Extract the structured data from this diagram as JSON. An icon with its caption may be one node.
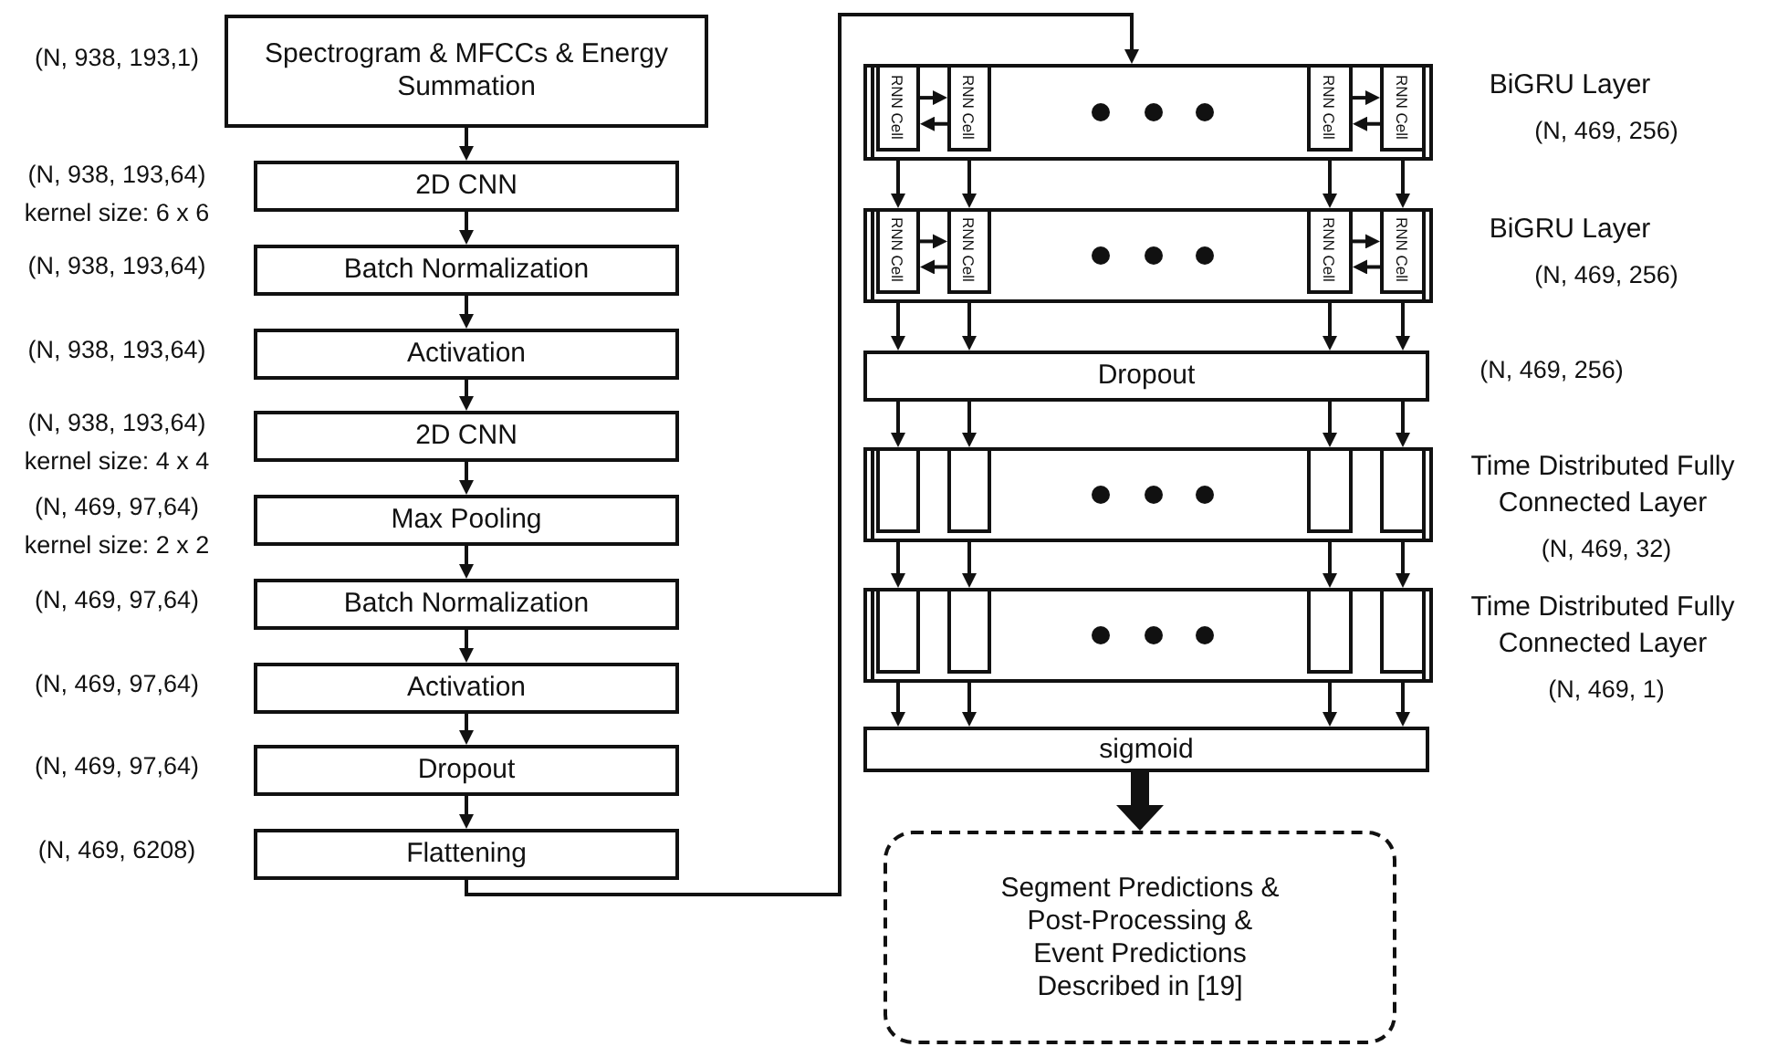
{
  "diagram": {
    "nodes": [
      {
        "text": [
          "Spectrogram & MFCCs & Energy Summation"
        ],
        "beside": [
          "(N, 938, 193,1)"
        ]
      },
      {
        "text": [
          "2D CNN"
        ],
        "beside": [
          "(N, 938, 193,64)",
          "kernel size: 6 x 6"
        ]
      },
      {
        "text": [
          "Batch Normalization"
        ],
        "beside": [
          "(N, 938, 193,64)"
        ]
      },
      {
        "text": [
          "Activation"
        ],
        "beside": [
          "(N, 938, 193,64)"
        ]
      },
      {
        "text": [
          "2D CNN"
        ],
        "beside": [
          "(N, 938, 193,64)",
          "kernel size: 4 x 4"
        ]
      },
      {
        "text": [
          "Max Pooling"
        ],
        "beside": [
          "(N, 469, 97,64)",
          "kernel size: 2 x 2"
        ]
      },
      {
        "text": [
          "Batch Normalization"
        ],
        "beside": [
          "(N, 469, 97,64)"
        ]
      },
      {
        "text": [
          "Activation"
        ],
        "beside": [
          "(N, 469, 97,64)"
        ]
      },
      {
        "text": [
          "Dropout"
        ],
        "beside": [
          "(N, 469, 97,64)"
        ]
      },
      {
        "text": [
          "Flattening"
        ],
        "beside": [
          "(N, 469, 6208)"
        ]
      },
      {
        "text": [
          "BiGRU Layer",
          "(N, 469, 256)"
        ]
      },
      {
        "text": [
          "RNN Cell"
        ],
        "in": 10
      },
      {
        "text": [
          "RNN Cell"
        ],
        "in": 10
      },
      {
        "text": [
          "RNN Cell"
        ],
        "in": 10
      },
      {
        "text": [
          "RNN Cell"
        ],
        "in": 10
      },
      {
        "text": [
          "BiGRU Layer",
          "(N, 469, 256)"
        ]
      },
      {
        "text": [
          "RNN Cell"
        ],
        "in": 15
      },
      {
        "text": [
          "RNN Cell"
        ],
        "in": 15
      },
      {
        "text": [
          "RNN Cell"
        ],
        "in": 15
      },
      {
        "text": [
          "RNN Cell"
        ],
        "in": 15
      },
      {
        "text": [
          "Dropout"
        ],
        "beside": [
          "(N, 469, 256)"
        ]
      },
      {
        "text": [
          "Time Distributed Fully Connected Layer",
          "(N, 469, 32)"
        ]
      },
      {
        "text": [],
        "shape": "box",
        "in": 21
      },
      {
        "text": [],
        "shape": "box",
        "in": 21
      },
      {
        "text": [],
        "shape": "box",
        "in": 21
      },
      {
        "text": [],
        "shape": "box",
        "in": 21
      },
      {
        "text": [
          "Time Distributed Fully Connected Layer",
          "(N, 469, 1)"
        ]
      },
      {
        "text": [],
        "shape": "box",
        "in": 26
      },
      {
        "text": [],
        "shape": "box",
        "in": 26
      },
      {
        "text": [],
        "shape": "box",
        "in": 26
      },
      {
        "text": [],
        "shape": "box",
        "in": 26
      },
      {
        "text": [
          "sigmoid"
        ]
      },
      {
        "text": [
          "Segment Predictions & Post-Processing & Event Predictions Described in [19]"
        ]
      }
    ],
    "edges": [
      {
        "from": 0,
        "to": 1,
        "arrow": "to"
      },
      {
        "from": 1,
        "to": 2,
        "arrow": "to"
      },
      {
        "from": 2,
        "to": 3,
        "arrow": "to"
      },
      {
        "from": 3,
        "to": 4,
        "arrow": "to"
      },
      {
        "from": 4,
        "to": 5,
        "arrow": "to"
      },
      {
        "from": 5,
        "to": 6,
        "arrow": "to"
      },
      {
        "from": 6,
        "to": 7,
        "arrow": "to"
      },
      {
        "from": 7,
        "to": 8,
        "arrow": "to"
      },
      {
        "from": 8,
        "to": 9,
        "arrow": "to"
      },
      {
        "from": 9,
        "to": 10,
        "arrow": "to"
      },
      {
        "from": 11,
        "to": 12,
        "arrow": "to"
      },
      {
        "from": 12,
        "to": 11,
        "arrow": "to"
      },
      {
        "from": 13,
        "to": 14,
        "arrow": "to"
      },
      {
        "from": 14,
        "to": 13,
        "arrow": "to"
      },
      {
        "from": 16,
        "to": 17,
        "arrow": "to"
      },
      {
        "from": 17,
        "to": 16,
        "arrow": "to"
      },
      {
        "from": 18,
        "to": 19,
        "arrow": "to"
      },
      {
        "from": 19,
        "to": 18,
        "arrow": "to"
      },
      {
        "from": 11,
        "to": 16,
        "arrow": "to"
      },
      {
        "from": 12,
        "to": 17,
        "arrow": "to"
      },
      {
        "from": 13,
        "to": 18,
        "arrow": "to"
      },
      {
        "from": 14,
        "to": 19,
        "arrow": "to"
      },
      {
        "from": 16,
        "to": 20,
        "arrow": "to"
      },
      {
        "from": 17,
        "to": 20,
        "arrow": "to"
      },
      {
        "from": 18,
        "to": 20,
        "arrow": "to"
      },
      {
        "from": 19,
        "to": 20,
        "arrow": "to"
      },
      {
        "from": 20,
        "to": 22,
        "arrow": "to"
      },
      {
        "from": 20,
        "to": 23,
        "arrow": "to"
      },
      {
        "from": 20,
        "to": 24,
        "arrow": "to"
      },
      {
        "from": 20,
        "to": 25,
        "arrow": "to"
      },
      {
        "from": 22,
        "to": 27,
        "arrow": "to"
      },
      {
        "from": 23,
        "to": 28,
        "arrow": "to"
      },
      {
        "from": 24,
        "to": 29,
        "arrow": "to"
      },
      {
        "from": 25,
        "to": 30,
        "arrow": "to"
      },
      {
        "from": 27,
        "to": 31,
        "arrow": "to"
      },
      {
        "from": 28,
        "to": 31,
        "arrow": "to"
      },
      {
        "from": 29,
        "to": 31,
        "arrow": "to"
      },
      {
        "from": 30,
        "to": 31,
        "arrow": "to"
      },
      {
        "from": 31,
        "to": 32,
        "arrow": "to",
        "style": "thick"
      }
    ]
  }
}
